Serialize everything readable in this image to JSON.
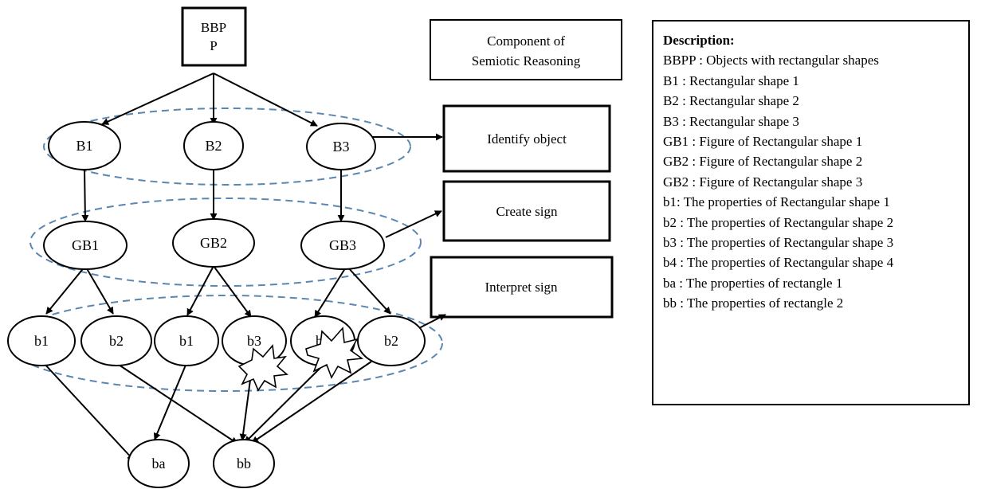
{
  "root": {
    "line1": "BBP",
    "line2": "P"
  },
  "component_box": {
    "line1": "Component of",
    "line2": "Semiotic Reasoning"
  },
  "steps": {
    "identify": "Identify object",
    "create": "Create sign",
    "interpret": "Interpret sign"
  },
  "level1": {
    "b1": "B1",
    "b2": "B2",
    "b3": "B3"
  },
  "level2": {
    "gb1": "GB1",
    "gb2": "GB2",
    "gb3": "GB3"
  },
  "level3": {
    "n1": "b1",
    "n2": "b2",
    "n3": "b1",
    "n4": "b3",
    "n5": "b4",
    "n6": "b2"
  },
  "level4": {
    "ba": "ba",
    "bb": "bb"
  },
  "description": {
    "title": "Description:",
    "items": [
      "BBPP  : Objects with rectangular shapes",
      "B1 : Rectangular shape 1",
      "B2 : Rectangular shape 2",
      "B3 : Rectangular shape 3",
      "GB1 : Figure of Rectangular shape 1",
      "GB2 : Figure of Rectangular shape 2",
      "GB2 : Figure of Rectangular shape 3",
      "b1: The properties of Rectangular shape 1",
      "b2 : The properties of Rectangular shape 2",
      "b3 : The properties of Rectangular shape 3",
      "b4 : The properties of Rectangular shape 4",
      "ba : The properties of rectangle 1",
      "bb : The properties of rectangle 2"
    ]
  },
  "colors": {
    "group_ellipse": "#5b86b0",
    "stroke": "#000000",
    "background": "#ffffff"
  }
}
